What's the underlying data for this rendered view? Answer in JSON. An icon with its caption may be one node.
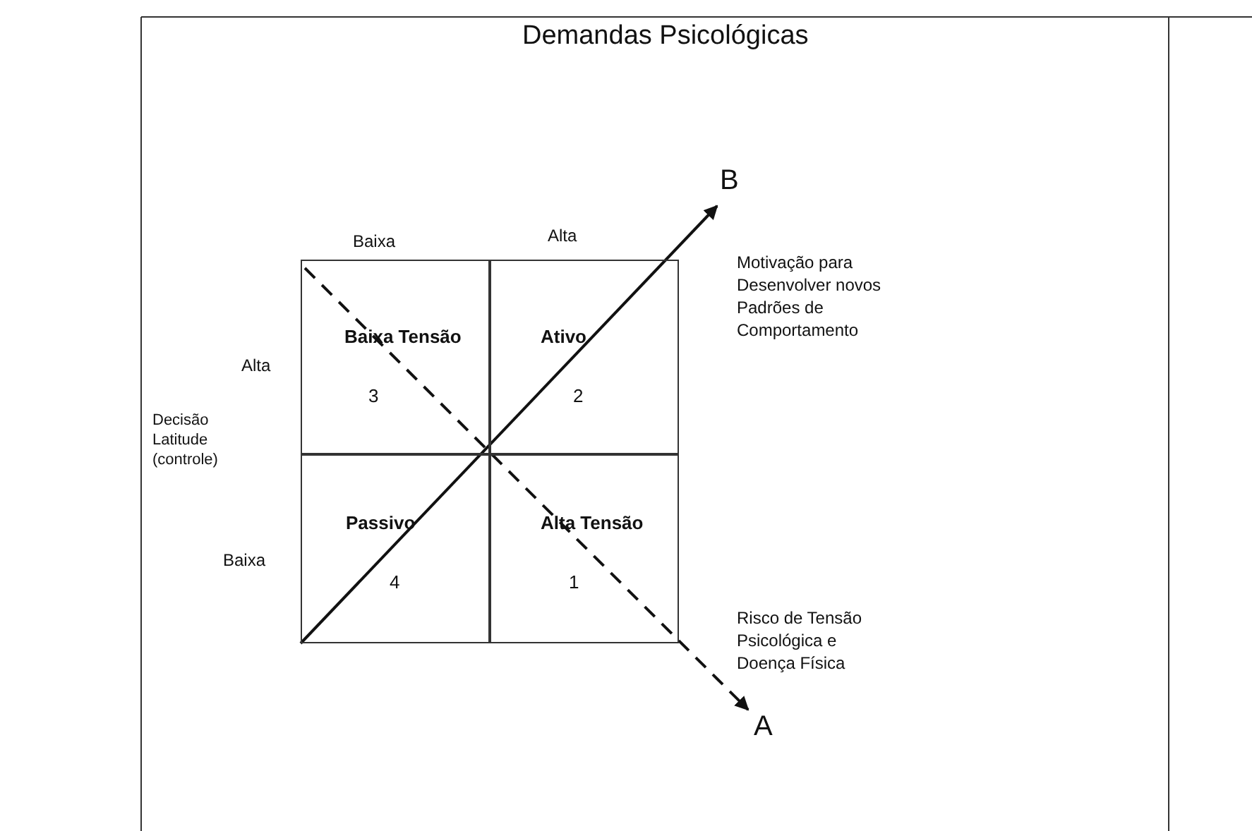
{
  "diagram": {
    "title": "Demandas Psicológicas",
    "nodes": [
      {
        "text": [
          "Baixa Tensão",
          "3"
        ]
      },
      {
        "text": [
          "Ativo",
          "2"
        ]
      },
      {
        "text": [
          "Passivo",
          "4"
        ]
      },
      {
        "text": [
          "Alta Tensão",
          "1"
        ]
      }
    ],
    "labels": [
      "B",
      "Baixa",
      "Alta",
      "Motivação para Desenvolver novos Padrões de Comportamento",
      "Alta",
      "Decisão Latitude (controle)",
      "Baixa",
      "Risco de Tensão Psicológica e Doença Física",
      "A"
    ]
  }
}
